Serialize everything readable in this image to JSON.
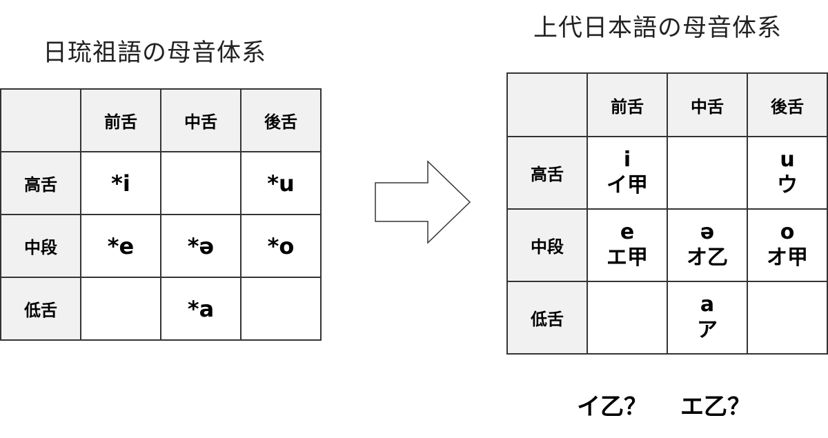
{
  "left": {
    "title": "日琉祖語の母音体系",
    "columns": [
      "前舌",
      "中舌",
      "後舌"
    ],
    "rows": [
      {
        "label": "高舌",
        "cells": [
          "*i",
          "",
          "*u"
        ]
      },
      {
        "label": "中段",
        "cells": [
          "*e",
          "*ə",
          "*o"
        ]
      },
      {
        "label": "低舌",
        "cells": [
          "",
          "*a",
          ""
        ]
      }
    ]
  },
  "right": {
    "title": "上代日本語の母音体系",
    "columns": [
      "前舌",
      "中舌",
      "後舌"
    ],
    "rows": [
      {
        "label": "高舌",
        "cells": [
          {
            "top": "i",
            "bottom": "イ甲"
          },
          {
            "top": "",
            "bottom": ""
          },
          {
            "top": "u",
            "bottom": "ウ"
          }
        ]
      },
      {
        "label": "中段",
        "cells": [
          {
            "top": "e",
            "bottom": "エ甲"
          },
          {
            "top": "ə",
            "bottom": "オ乙"
          },
          {
            "top": "o",
            "bottom": "オ甲"
          }
        ]
      },
      {
        "label": "低舌",
        "cells": [
          {
            "top": "",
            "bottom": ""
          },
          {
            "top": "a",
            "bottom": "ア"
          },
          {
            "top": "",
            "bottom": ""
          }
        ]
      }
    ]
  },
  "note": {
    "first": "イ乙？",
    "second": "エ乙？"
  }
}
